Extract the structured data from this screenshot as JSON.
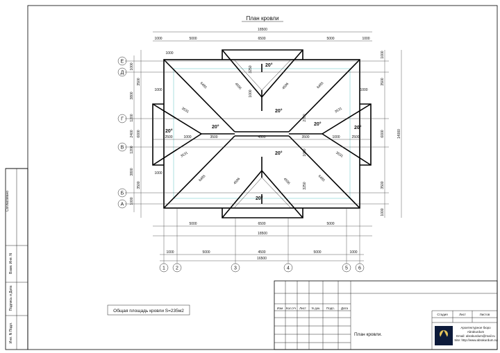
{
  "title": "План кровли",
  "area_note": "Общая площадь кровли S=235м2",
  "sheet_title": "План кровли.",
  "axes_letters": [
    "Е",
    "Д",
    "Г",
    "В",
    "Б",
    "А"
  ],
  "axes_numbers": [
    "1",
    "2",
    "3",
    "4",
    "5",
    "6"
  ],
  "dims": {
    "top_total": "18500",
    "top_row": [
      "1000",
      "5000",
      "6500",
      "5000",
      "1000"
    ],
    "bottom_row1": [
      "5000",
      "6500",
      "5000"
    ],
    "bottom_total": "18500",
    "bottom_row2": [
      "1000",
      "5000",
      "4500",
      "5000",
      "1000"
    ],
    "bottom_total2": "16500",
    "right_total": "14000",
    "right_parts": [
      "1000",
      "3500",
      "6000",
      "3500",
      "1000"
    ],
    "left_parts": [
      "1000",
      "3500",
      "6000",
      "3500",
      "1000"
    ],
    "left_outer": [
      "1000",
      "3800",
      "1200",
      "2400",
      "1200",
      "3800",
      "1000"
    ],
    "middle": [
      "2500",
      "1000",
      "3500",
      "4500",
      "3500",
      "1000",
      "2500"
    ],
    "ridge_lengths": [
      "4596",
      "4596",
      "4596",
      "4596"
    ],
    "hip_lengths": [
      "6485",
      "6485",
      "6485",
      "6485"
    ],
    "short_hips": [
      "3531",
      "3531",
      "3531",
      "3531"
    ],
    "vertical_inner": [
      "3250",
      "3250",
      "1000",
      "2700",
      "1000"
    ],
    "corner": [
      "1000",
      "1000",
      "1000",
      "1000"
    ]
  },
  "slopes": [
    "20°",
    "20°",
    "20°",
    "20°",
    "20°",
    "20°",
    "20°"
  ],
  "sidebar": {
    "approved": "Согласовано",
    "inv_no": "Взам. Инв. N",
    "sign_date": "Подпись и Дата",
    "inv_podl": "Инв. N Подл."
  },
  "stamp": {
    "headers": [
      "Изм",
      "Кол.Уч",
      "Лист",
      "N док.",
      "Подп.",
      "Дата"
    ],
    "right_headers": [
      "Стадия",
      "Лист",
      "Листов"
    ],
    "company_lines": [
      "Архитектурное бюро",
      "Abrakurdum",
      "Email: abrakurdum@mail.ru",
      "Site: http://www.abrakurdum.ru"
    ]
  }
}
